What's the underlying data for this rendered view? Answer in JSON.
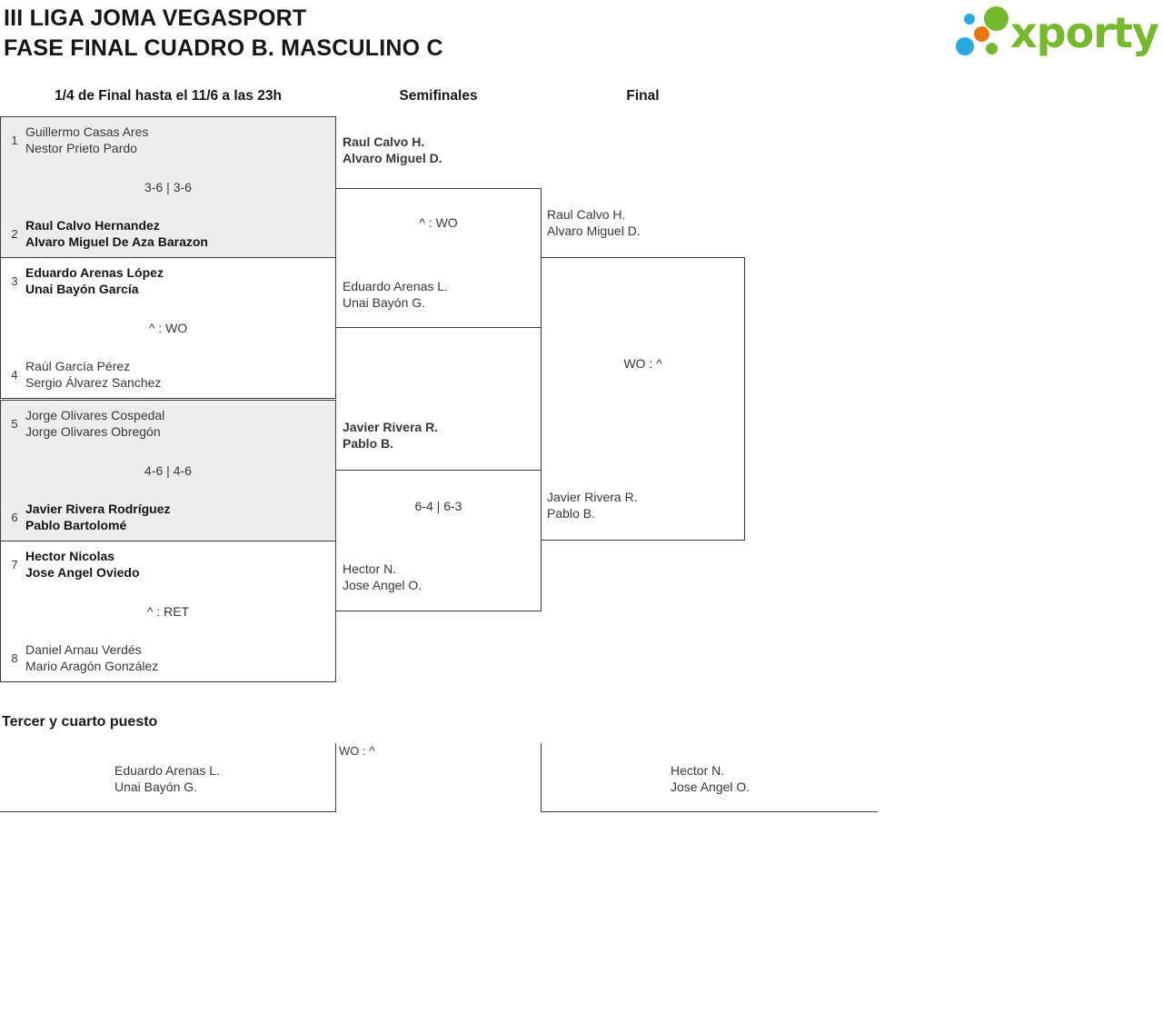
{
  "header": {
    "title_line1": "III LIGA JOMA VEGASPORT",
    "title_line2": "FASE FINAL CUADRO B. MASCULINO C",
    "logo_text": "xporty"
  },
  "colors": {
    "logo_green": "#76b82e",
    "logo_blue": "#2aa7de",
    "logo_orange": "#e87711",
    "box_border": "#3d3d3d",
    "shaded_box_bg": "#ededed"
  },
  "round_headers": {
    "quarterfinals": "1/4 de Final hasta el 11/6 a las 23h",
    "semifinals": "Semifinales",
    "final": "Final"
  },
  "quarterfinals": [
    {
      "seed_top": "1",
      "team_top": [
        "Guillermo Casas Ares",
        "Nestor Prieto Pardo"
      ],
      "score": "3-6 | 3-6",
      "seed_bottom": "2",
      "team_bottom": [
        "Raul Calvo Hernandez",
        "Alvaro Miguel De Aza Barazon"
      ],
      "winner": "bottom"
    },
    {
      "seed_top": "3",
      "team_top": [
        "Eduardo Arenas López",
        "Unai Bayón García"
      ],
      "score": "^ : WO",
      "seed_bottom": "4",
      "team_bottom": [
        "Raúl García Pérez",
        "Sergio Álvarez Sanchez"
      ],
      "winner": "top"
    },
    {
      "seed_top": "5",
      "team_top": [
        "Jorge Olivares Cospedal",
        "Jorge Olivares Obregón"
      ],
      "score": "4-6 | 4-6",
      "seed_bottom": "6",
      "team_bottom": [
        "Javier Rivera Rodríguez",
        "Pablo Bartolomé"
      ],
      "winner": "bottom"
    },
    {
      "seed_top": "7",
      "team_top": [
        "Hector Nicolas",
        "Jose Angel Oviedo"
      ],
      "score": "^ : RET",
      "seed_bottom": "8",
      "team_bottom": [
        "Daniel Arnau Verdés",
        "Mario Aragón González"
      ],
      "winner": "top"
    }
  ],
  "semifinals": [
    {
      "team_top": [
        "Raul Calvo H.",
        "Alvaro Miguel D."
      ],
      "score": "^ : WO",
      "team_bottom": [
        "Eduardo Arenas L.",
        "Unai Bayón G."
      ],
      "winner": "top"
    },
    {
      "team_top": [
        "Javier Rivera R.",
        "Pablo B."
      ],
      "score": "6-4 | 6-3",
      "team_bottom": [
        "Hector N.",
        "Jose Angel O."
      ],
      "winner": "top"
    }
  ],
  "final": {
    "team_top": [
      "Raul Calvo H.",
      "Alvaro Miguel D."
    ],
    "score": "WO : ^",
    "team_bottom": [
      "Javier Rivera R.",
      "Pablo B."
    ]
  },
  "third_place": {
    "title": "Tercer y cuarto puesto",
    "team_left": [
      "Eduardo Arenas L.",
      "Unai Bayón G."
    ],
    "score": "WO : ^",
    "team_right": [
      "Hector N.",
      "Jose Angel O."
    ]
  }
}
